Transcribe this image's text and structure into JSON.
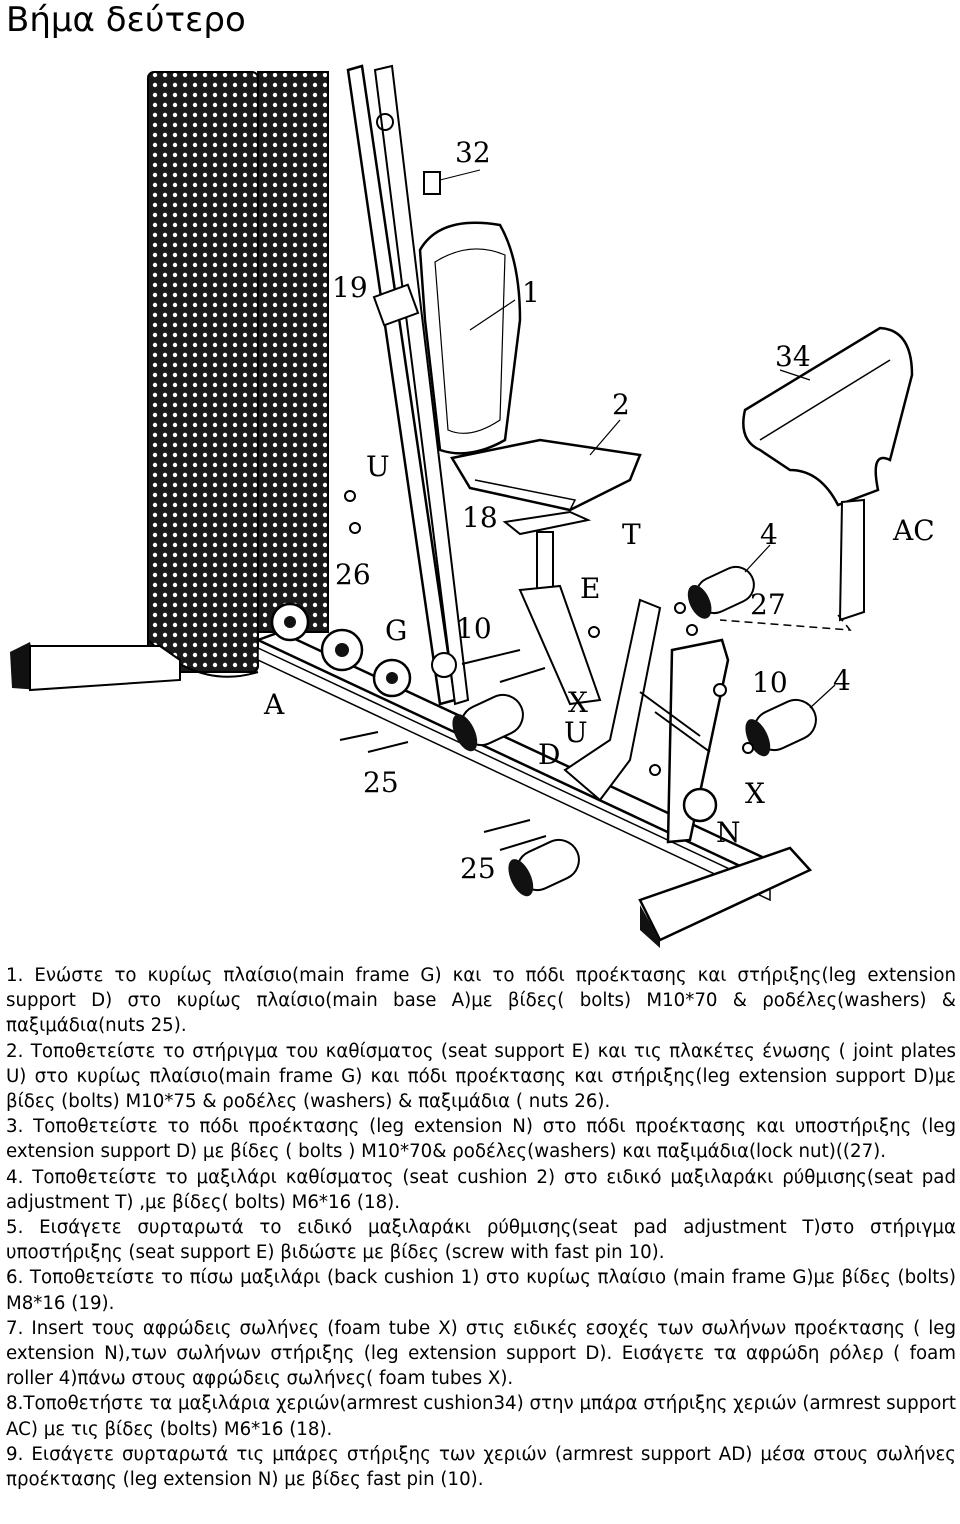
{
  "page": {
    "title": "Βήμα δεύτερο"
  },
  "diagram": {
    "labels": {
      "l32": "32",
      "l19": "19",
      "l1": "1",
      "l34": "34",
      "l2": "2",
      "lU_top": "U",
      "l18": "18",
      "lT": "T",
      "l4_top": "4",
      "lAC": "AC",
      "l26": "26",
      "lE": "E",
      "l27": "27",
      "lG": "G",
      "l10_mid": "10",
      "l10_right": "10",
      "l4_right": "4",
      "lA": "A",
      "lX_mid": "X",
      "lU_mid": "U",
      "lD": "D",
      "l25_top": "25",
      "lX_right": "X",
      "lN": "N",
      "l25_bottom": "25"
    }
  },
  "steps": [
    "1. Ενώστε το κυρίως πλαίσιο(main frame G) και το πόδι προέκτασης και στήριξης(leg extension support D) στο κυρίως πλαίσιο(main base A)με βίδες( bolts) M10*70 & ροδέλες(washers) & παξιμάδια(nuts 25).",
    "2. Τοποθετείστε το στήριγμα του καθίσματος (seat support E) και τις πλακέτες ένωσης ( joint plates U) στο κυρίως πλαίσιο(main frame G) και πόδι προέκτασης και στήριξης(leg extension support D)με βίδες (bolts) M10*75 & ροδέλες (washers) & παξιμάδια ( nuts 26).",
    "3. Τοποθετείστε το πόδι προέκτασης (leg extension N) στο πόδι προέκτασης και υποστήριξης (leg extension support D) με βίδες ( bolts ) M10*70& ροδέλες(washers) και παξιμάδια(lock nut)((27).",
    "4. Τοποθετείστε το μαξιλάρι καθίσματος (seat cushion 2) στο ειδικό μαξιλαράκι ρύθμισης(seat pad adjustment T) ,με βίδες( bolts) M6*16 (18).",
    "5. Εισάγετε συρταρωτά το ειδικό μαξιλαράκι ρύθμισης(seat pad adjustment T)στο στήριγμα υποστήριξης (seat support E) βιδώστε με βίδες (screw with fast pin 10).",
    "6. Τοποθετείστε το πίσω μαξιλάρι (back cushion 1) στο κυρίως πλαίσιο (main frame G)με βίδες (bolts) M8*16 (19).",
    "7. Insert τους αφρώδεις σωλήνες (foam tube X) στις ειδικές εσοχές των σωλήνων προέκτασης ( leg extension N),των σωλήνων στήριξης (leg extension support D). Εισάγετε τα αφρώδη ρόλερ ( foam roller 4)πάνω στους αφρώδεις σωλήνες( foam tubes X).",
    "8.Τοποθετήστε τα μαξιλάρια χεριών(armrest cushion34) στην μπάρα στήριξης χεριών (armrest support AC) με τις βίδες (bolts) M6*16 (18).",
    "9. Εισάγετε συρταρωτά τις μπάρες στήριξης των χεριών (armrest support AD) μέσα στους σωλήνες προέκτασης (leg extension N) με βίδες fast pin (10)."
  ]
}
